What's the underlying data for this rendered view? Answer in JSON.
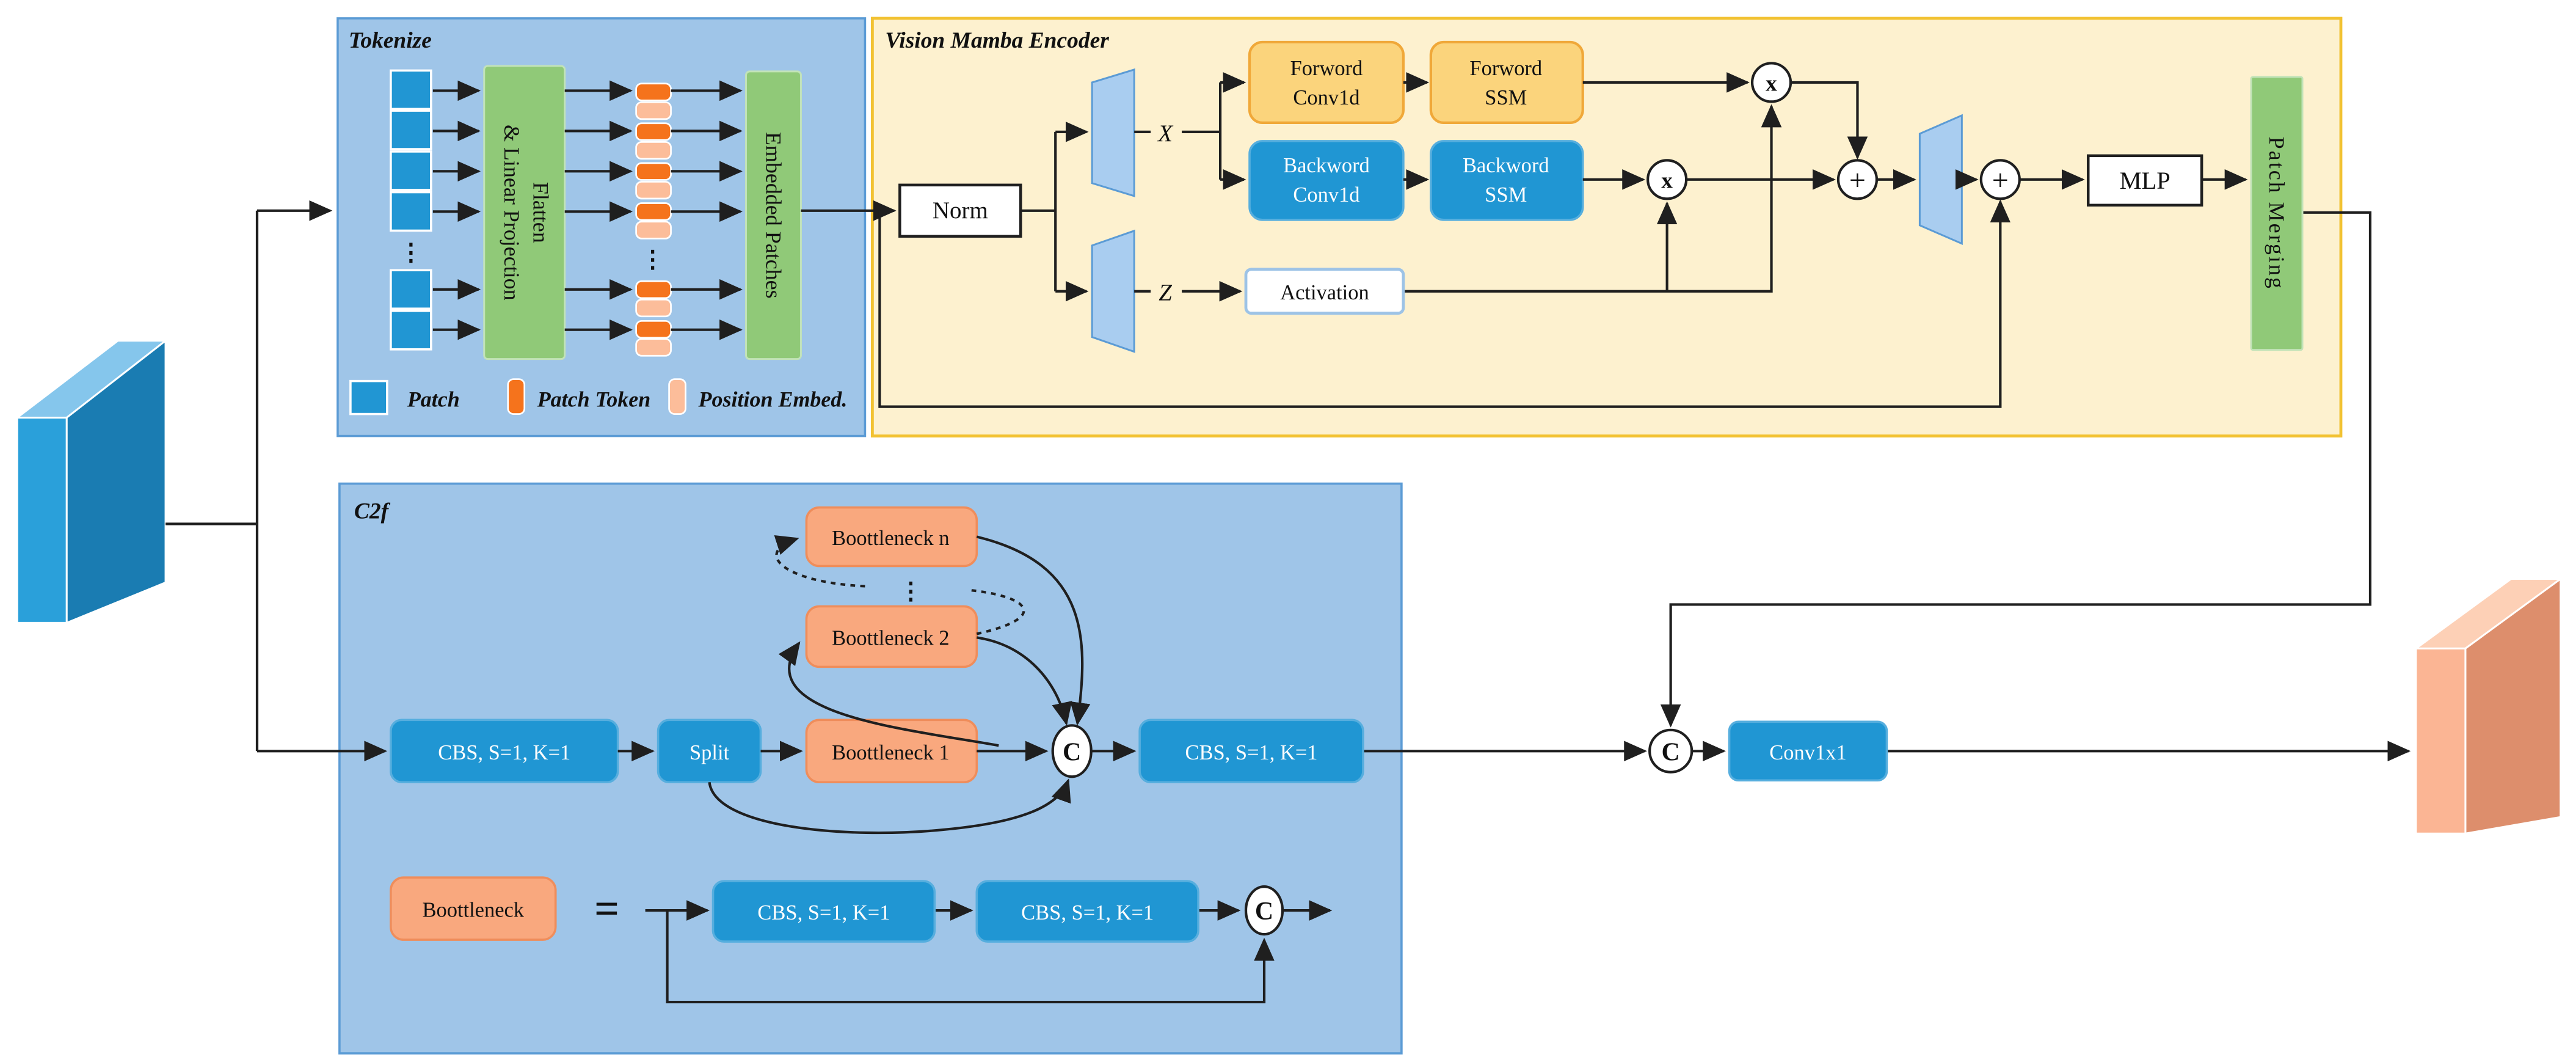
{
  "figure": {
    "type": "architecture-diagram",
    "description_visible_text_only": true
  },
  "tokenize": {
    "title": "Tokenize",
    "flatten_line1": "Flatten",
    "flatten_line2": "& Linear Projection",
    "embedded_patches": "Embedded Patches",
    "ellipsis_v": "⋮",
    "legend": {
      "patch": "Patch",
      "patch_token": "Patch Token",
      "position_embed": "Position Embed."
    }
  },
  "vision_mamba_encoder": {
    "title": "Vision Mamba Encoder",
    "norm": "Norm",
    "x_label": "X",
    "z_label": "Z",
    "forward_conv1d_line1": "Forword",
    "forward_conv1d_line2": "Conv1d",
    "forward_ssm_line1": "Forword",
    "forward_ssm_line2": "SSM",
    "backward_conv1d_line1": "Backword",
    "backward_conv1d_line2": "Conv1d",
    "backward_ssm_line1": "Backword",
    "backward_ssm_line2": "SSM",
    "activation": "Activation",
    "multiply_symbol": "x",
    "add_symbol": "+",
    "mlp": "MLP",
    "patch_merging": "Patch Merging"
  },
  "c2f": {
    "title": "C2f",
    "cbs1": "CBS, S=1, K=1",
    "split": "Split",
    "bottleneck_1": "Boottleneck 1",
    "bottleneck_2": "Boottleneck 2",
    "bottleneck_n": "Boottleneck n",
    "concat_symbol": "C",
    "cbs2": "CBS, S=1, K=1",
    "ellipsis_v": "⋮",
    "definition": {
      "label": "Boottleneck",
      "equals": "=",
      "cbs_a": "CBS, S=1, K=1",
      "cbs_b": "CBS, S=1, K=1",
      "concat_symbol": "C"
    }
  },
  "head": {
    "concat_symbol": "C",
    "conv1x1": "Conv1x1"
  },
  "colors": {
    "panel_blue": "#9fc5e8",
    "panel_blue_border": "#5b9bd5",
    "panel_cream": "#fdf1cf",
    "panel_cream_border": "#f2c232",
    "green_box": "#90c978",
    "green_box_border": "#c2e3b8",
    "blue_box": "#2096d3",
    "blue_box_border": "#56aede",
    "amber_box": "#fbd47c",
    "amber_box_border": "#f0a839",
    "salmon_box": "#f9a87e",
    "salmon_box_border": "#ef8d5b",
    "orange_token": "#f5731c",
    "pink_token": "#fcbd9a",
    "patch_blue": "#2196d3",
    "trapezoid_fill": "#a9cdf0",
    "trapezoid_border": "#5b9bd5",
    "activation_border": "#9dc3e6",
    "line_color": "#1f1f1f",
    "slab_blue_front": "#2aa0da",
    "slab_blue_top": "#85c6ec",
    "slab_blue_side": "#1a7cb2",
    "slab_salmon_front": "#fbb594",
    "slab_salmon_top": "#fdd0b6",
    "slab_salmon_side": "#dd8e6c"
  }
}
